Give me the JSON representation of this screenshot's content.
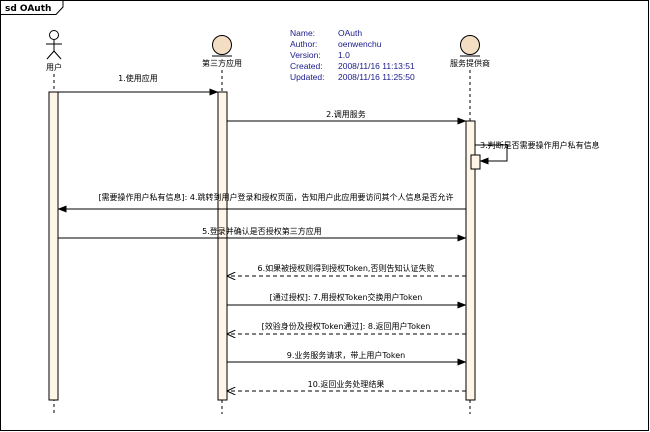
{
  "frame": {
    "title": "sd OAuth"
  },
  "lifelines": [
    {
      "id": "user",
      "kind": "actor",
      "label": "用户"
    },
    {
      "id": "thirdparty",
      "kind": "entity",
      "label": "第三方应用"
    },
    {
      "id": "provider",
      "kind": "entity",
      "label": "服务提供商"
    }
  ],
  "metadata": [
    {
      "key": "Name:",
      "value": "OAuth"
    },
    {
      "key": "Author:",
      "value": "oenwenchu"
    },
    {
      "key": "Version:",
      "value": "1.0"
    },
    {
      "key": "Created:",
      "value": "2008/11/16 11:13:51"
    },
    {
      "key": "Updated:",
      "value": "2008/11/16 11:25:50"
    }
  ],
  "messages": [
    {
      "label": "1.使用应用",
      "from": "user",
      "to": "thirdparty"
    },
    {
      "label": "2.调用服务",
      "from": "thirdparty",
      "to": "provider"
    },
    {
      "label": "3.判断是否需要操作用户私有信息",
      "from": "provider",
      "to": "provider"
    },
    {
      "label": "[需要操作用户私有信息]: 4.跳转到用户登录和授权页面，告知用户此应用要访问其个人信息是否允许",
      "from": "provider",
      "to": "user"
    },
    {
      "label": "5.登录并确认是否授权第三方应用",
      "from": "user",
      "to": "provider"
    },
    {
      "label": "6.如果被授权则得到授权Token,否则告知认证失败",
      "from": "provider",
      "to": "thirdparty"
    },
    {
      "label": "[通过授权]: 7.用授权Token交换用户Token",
      "from": "thirdparty",
      "to": "provider"
    },
    {
      "label": "[效验身份及授权Token通过]: 8.返回用户Token",
      "from": "provider",
      "to": "thirdparty"
    },
    {
      "label": "9.业务服务请求，带上用户Token",
      "from": "thirdparty",
      "to": "provider"
    },
    {
      "label": "10.返回业务处理结果",
      "from": "provider",
      "to": "thirdparty"
    }
  ],
  "colors": {
    "activation_fill": "#FFF6E8",
    "entity_fill": "#F3DDC3",
    "meta_text": "#1a1a8c",
    "line": "#000000"
  }
}
